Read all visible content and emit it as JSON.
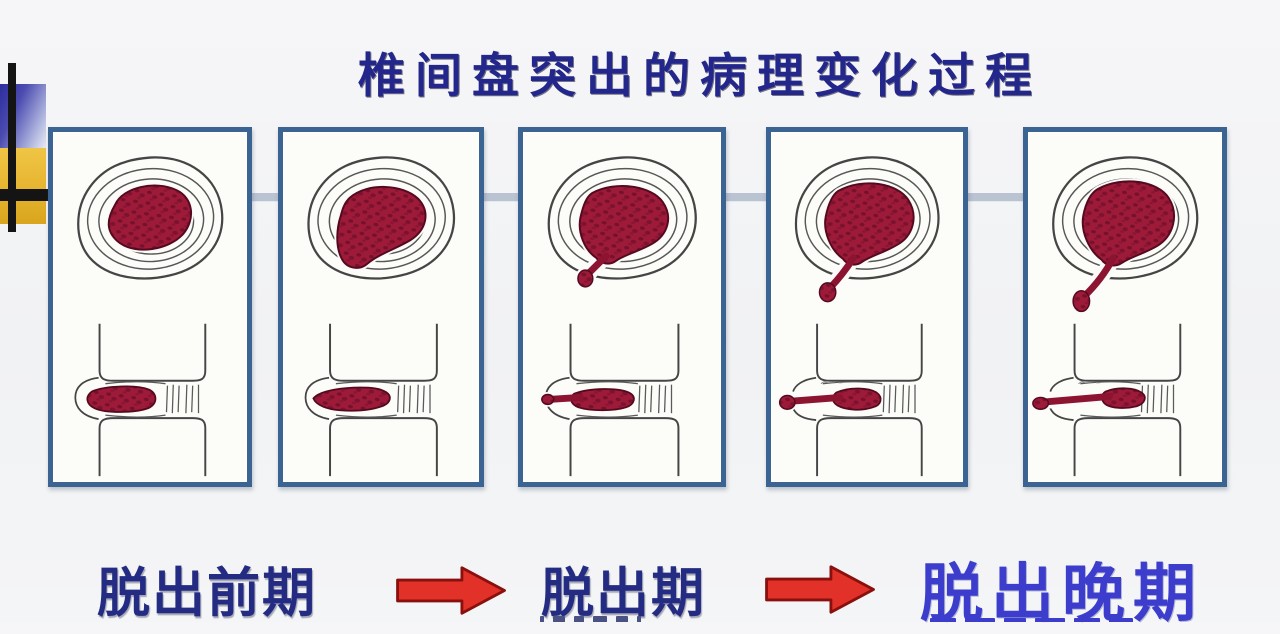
{
  "title": "椎间盘突出的病理变化过程",
  "phases": [
    {
      "label": "脱出前期"
    },
    {
      "label": "脱出期"
    },
    {
      "label": "脱出晚期"
    }
  ],
  "colors": {
    "title_text": "#23268a",
    "phase_text": "#232c82",
    "phase_text_late": "#3c3ccd",
    "arrow_fill": "#e23128",
    "arrow_outline": "#8a100d",
    "panel_border": "#3c6492",
    "connector": "#b9c3d2",
    "nucleus_fill": "#9d1b39",
    "sketch_stroke": "#454545",
    "deco_blue": "#2c2c9e",
    "deco_yellow": "#e8b83a"
  }
}
